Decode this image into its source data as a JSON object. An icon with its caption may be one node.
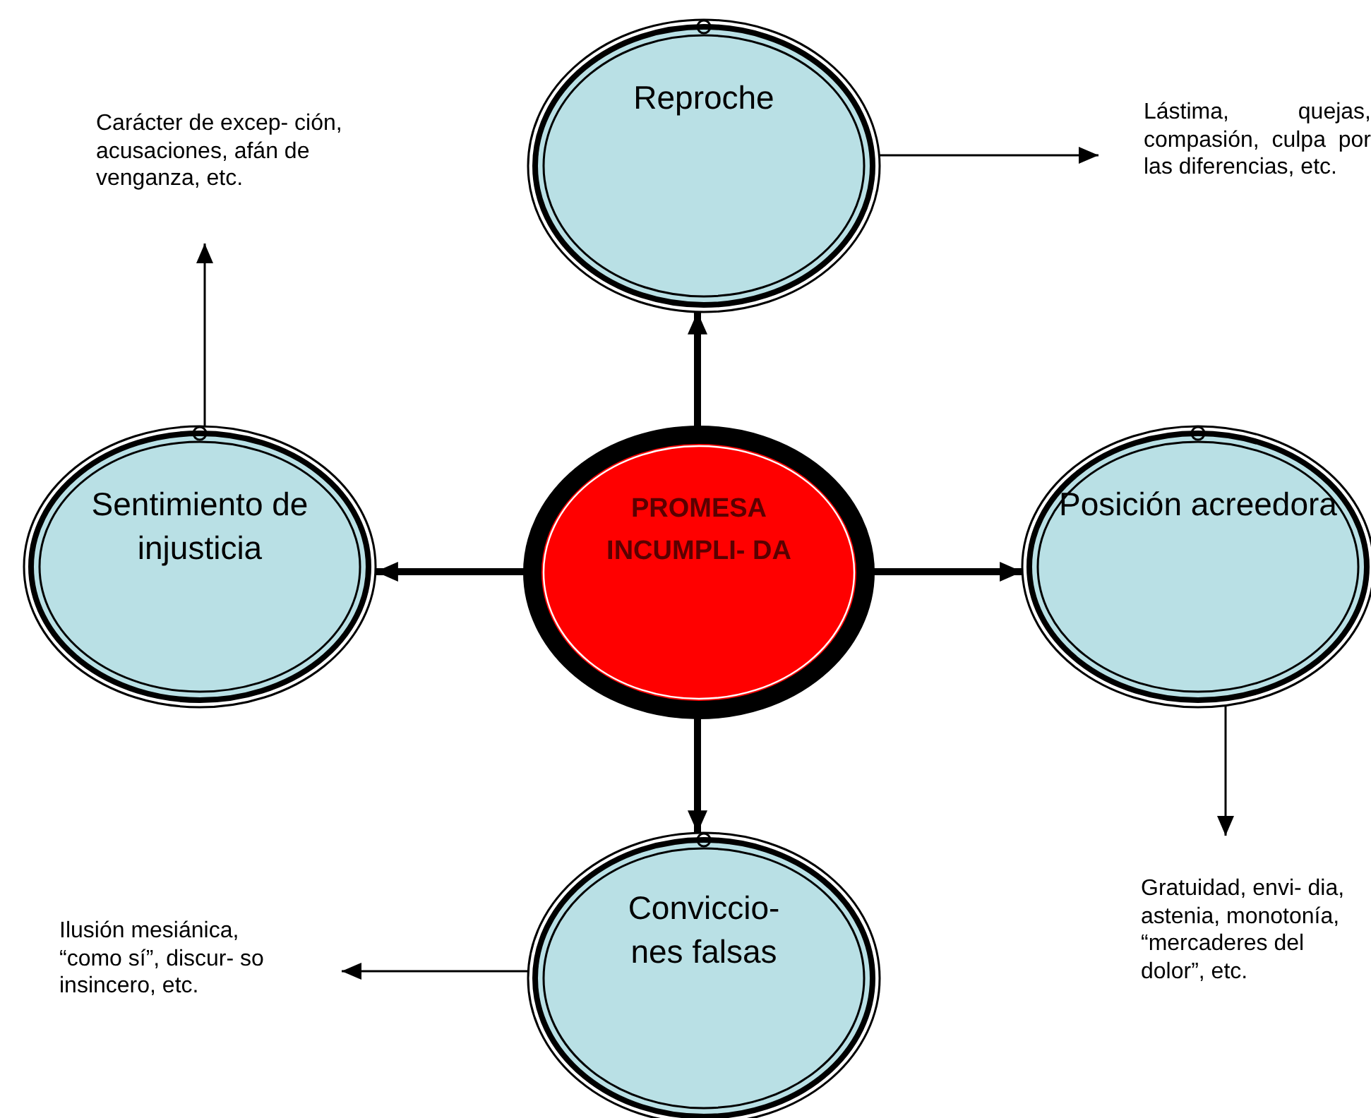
{
  "diagram": {
    "nodes": [
      {
        "text": [
          "PROMESA INCUMPLI- DA"
        ]
      },
      {
        "text": [
          "Reproche"
        ]
      },
      {
        "text": [
          "Sentimiento de injusticia"
        ]
      },
      {
        "text": [
          "Posición acreedora"
        ]
      },
      {
        "text": [
          "Conviccio- nes falsas"
        ]
      },
      {
        "text": [
          "Carácter de excep- ción, acusaciones, afán de venganza, etc."
        ]
      },
      {
        "text": [
          "Lástima, quejas, compasión, culpa por las diferencias, etc."
        ]
      },
      {
        "text": [
          "Gratuidad, envi- dia, astenia, monotonía, “mercaderes del dolor”, etc."
        ]
      },
      {
        "text": [
          "Ilusión mesiánica, “como sí”, discur- so insincero, etc."
        ]
      }
    ],
    "edges": [
      {
        "from": 0,
        "to": 1,
        "arrow": "to",
        "style": "thick"
      },
      {
        "from": 0,
        "to": 2,
        "arrow": "to",
        "style": "thick"
      },
      {
        "from": 0,
        "to": 3,
        "arrow": "to",
        "style": "thick"
      },
      {
        "from": 0,
        "to": 4,
        "arrow": "to",
        "style": "thick"
      },
      {
        "from": 1,
        "to": 6,
        "arrow": "to"
      },
      {
        "from": 2,
        "to": 5,
        "arrow": "to"
      },
      {
        "from": 3,
        "to": 7,
        "arrow": "to"
      },
      {
        "from": 4,
        "to": 8,
        "arrow": "to"
      }
    ]
  }
}
